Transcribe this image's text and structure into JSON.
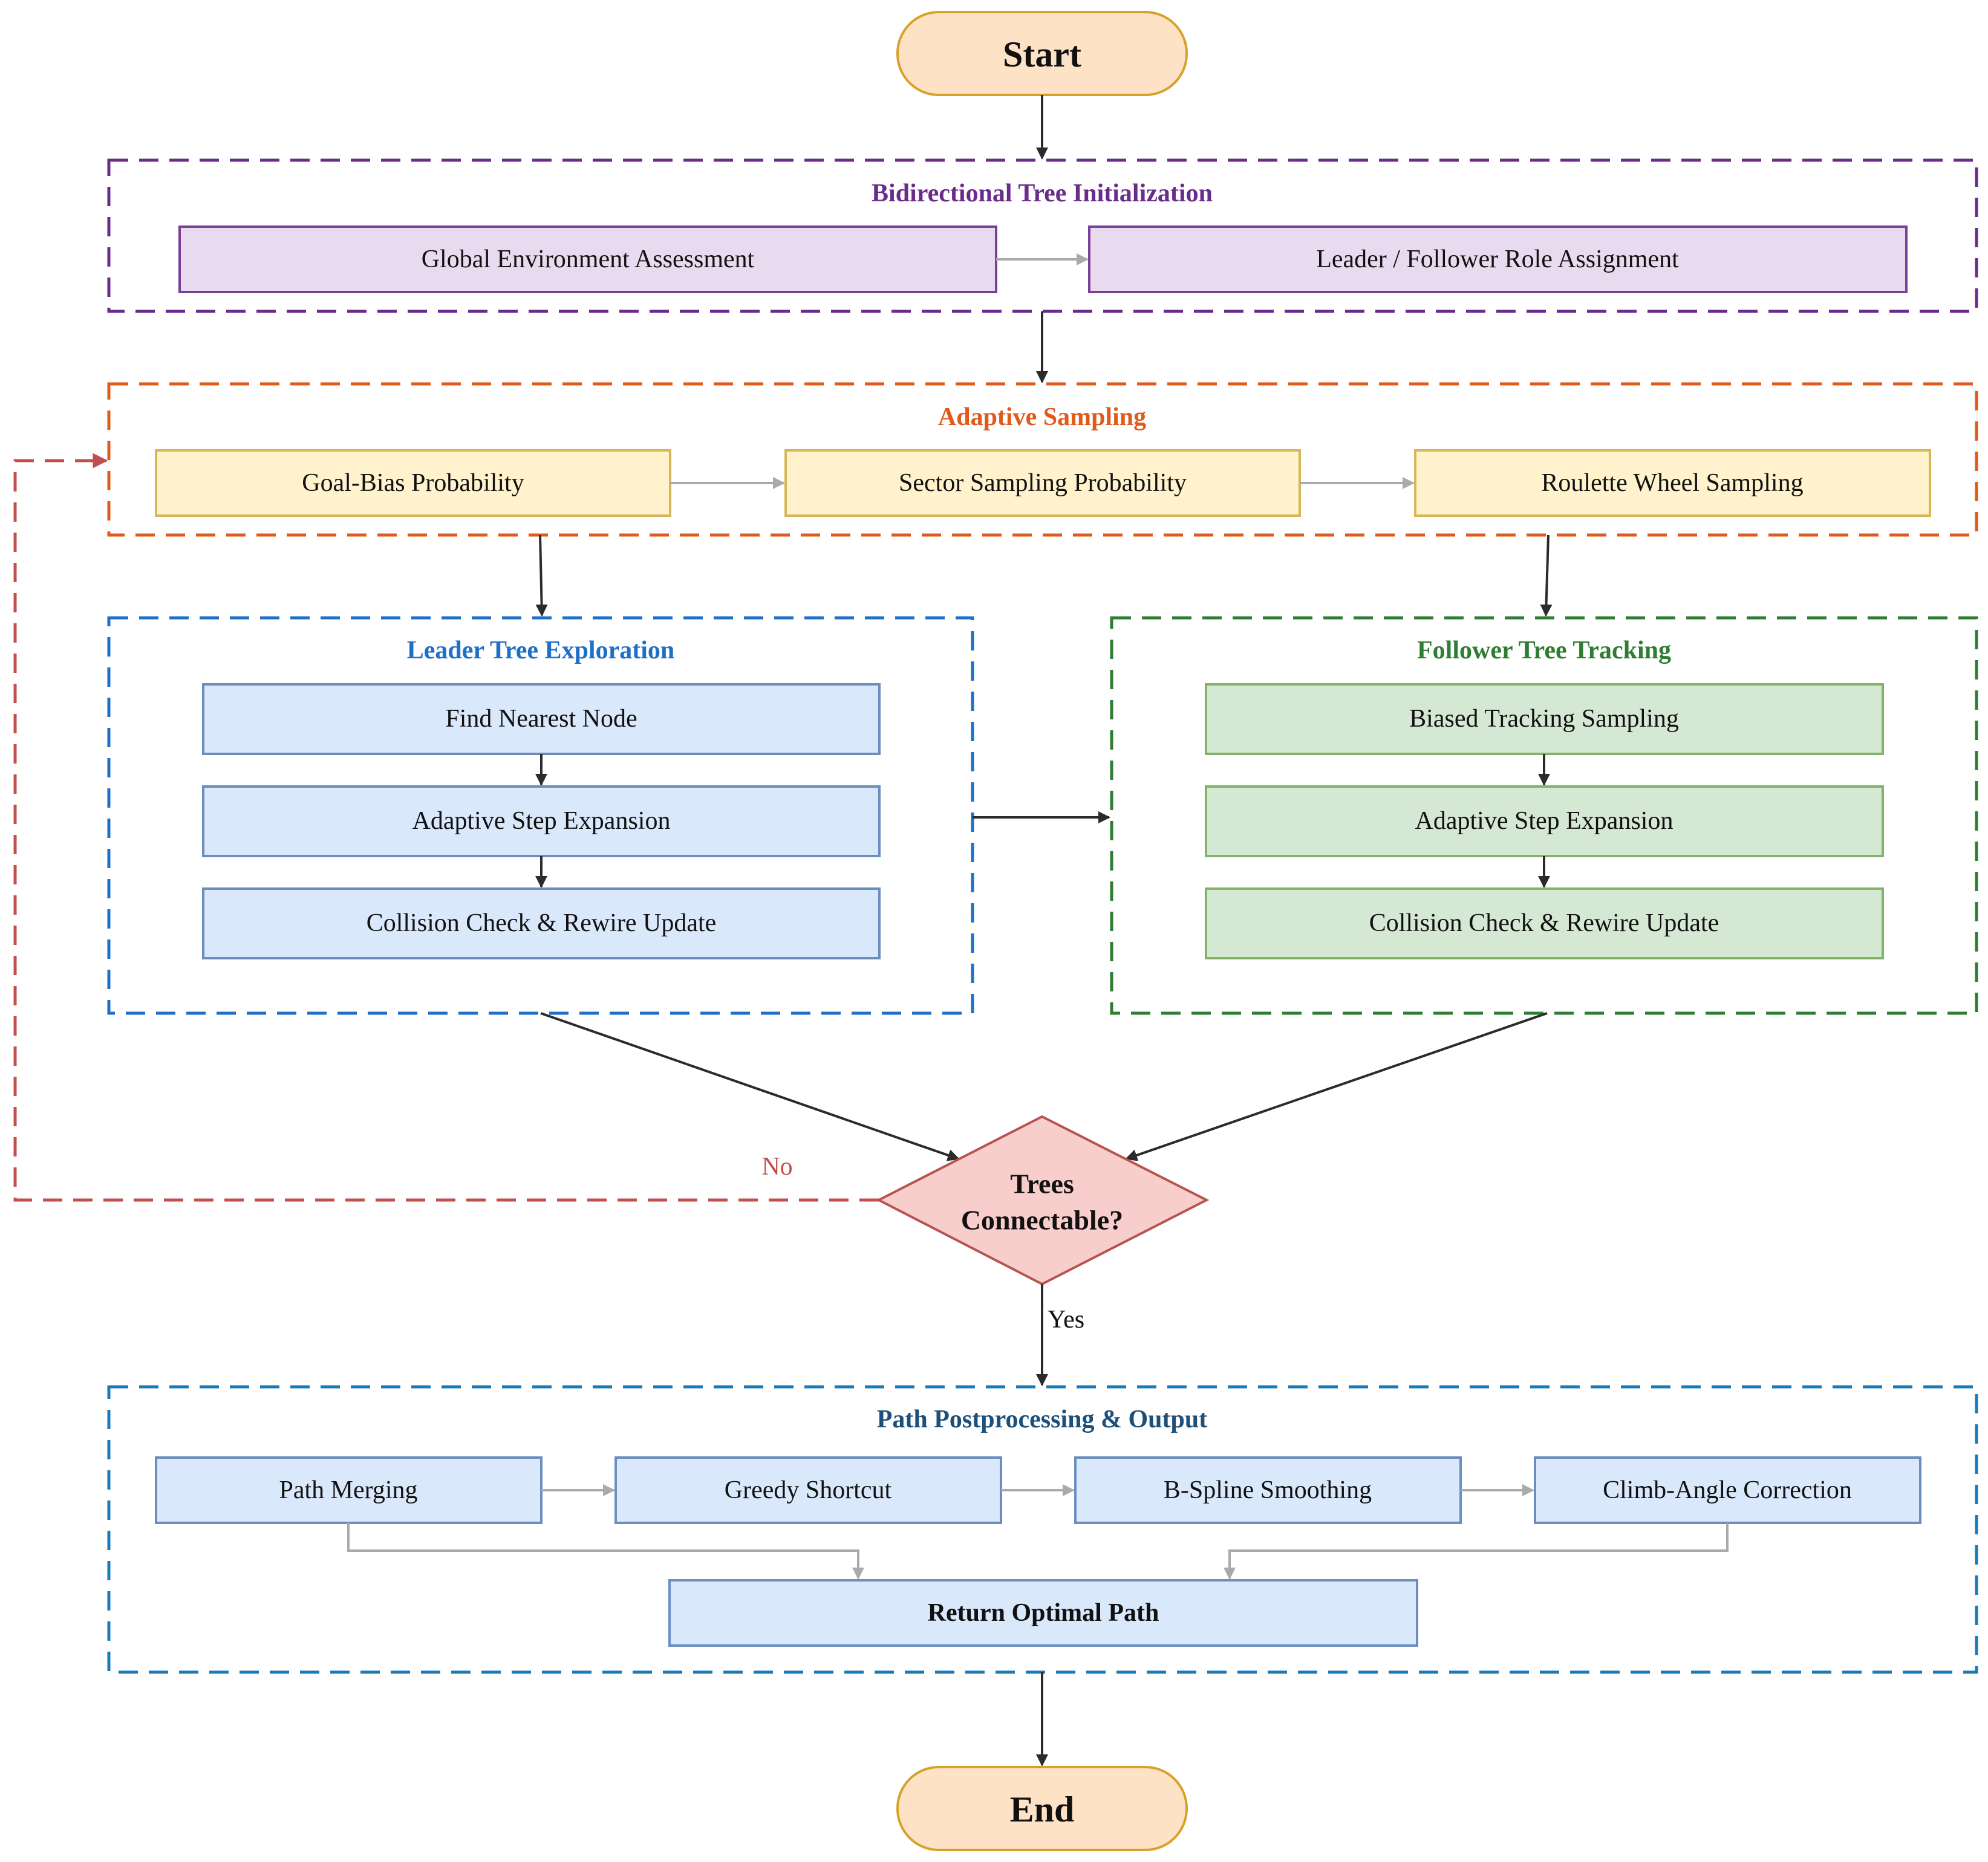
{
  "terminals": {
    "start": "Start",
    "end": "End"
  },
  "groups": {
    "init": {
      "title": "Bidirectional Tree Initialization",
      "color": "#6a2c8a",
      "steps": [
        "Global Environment Assessment",
        "Leader / Follower Role Assignment"
      ]
    },
    "sampling": {
      "title": "Adaptive Sampling",
      "color": "#e05a1a",
      "steps": [
        "Goal-Bias Probability",
        "Sector Sampling Probability",
        "Roulette Wheel Sampling"
      ]
    },
    "leader": {
      "title": "Leader Tree Exploration",
      "color": "#1e6fc8",
      "steps": [
        "Find Nearest Node",
        "Adaptive Step Expansion",
        "Collision Check & Rewire Update"
      ]
    },
    "follower": {
      "title": "Follower Tree Tracking",
      "color": "#2e7d32",
      "steps": [
        "Biased Tracking Sampling",
        "Adaptive Step Expansion",
        "Collision Check & Rewire Update"
      ]
    },
    "post": {
      "title": "Path Postprocessing & Output",
      "color": "#1c4f7a",
      "steps": [
        "Path Merging",
        "Greedy Shortcut",
        "B-Spline Smoothing",
        "Climb-Angle Correction"
      ],
      "result": "Return Optimal Path"
    }
  },
  "decision": {
    "line1": "Trees",
    "line2": "Connectable?"
  },
  "edges": {
    "no": "No",
    "yes": "Yes",
    "no_color": "#c0504d"
  }
}
